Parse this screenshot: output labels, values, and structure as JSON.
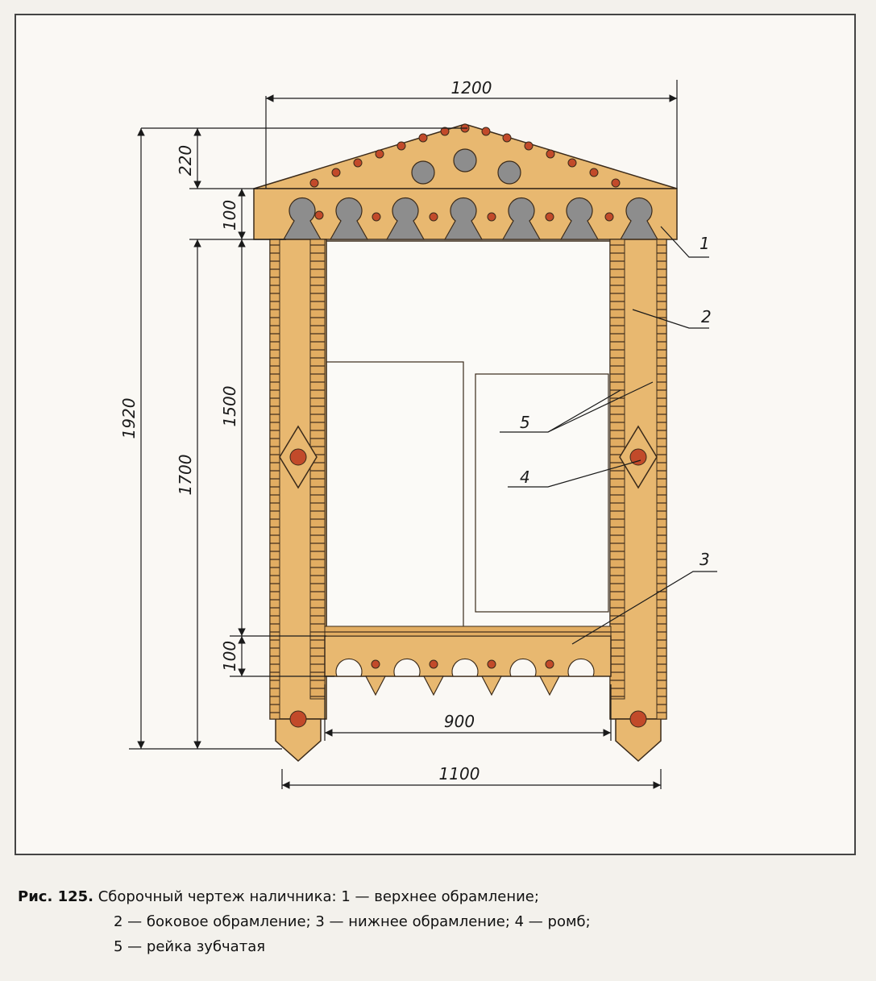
{
  "figure": {
    "label": "Рис. 125.",
    "caption_line1": "Сборочный чертеж наличника: 1 — верхнее обрамление;",
    "caption_line2": "2 — боковое обрамление; 3 — нижнее обрамление; 4 — ромб;",
    "caption_line3": "5 — рейка зубчатая"
  },
  "dimensions": {
    "top_width": "1200",
    "pediment_height": "220",
    "cornice_height": "100",
    "total_height": "1920",
    "side_height": "1700",
    "opening_height": "1500",
    "bottom_height": "100",
    "inner_width": "900",
    "bottom_width": "1100"
  },
  "callouts": {
    "c1": "1",
    "c2": "2",
    "c3": "3",
    "c4": "4",
    "c5": "5"
  },
  "colors": {
    "wood": "#e8b870",
    "wood_dark": "#c98f42",
    "hole": "#c24a2a",
    "grey_disc": "#8d8d8d",
    "outline": "#3a2a1a"
  }
}
